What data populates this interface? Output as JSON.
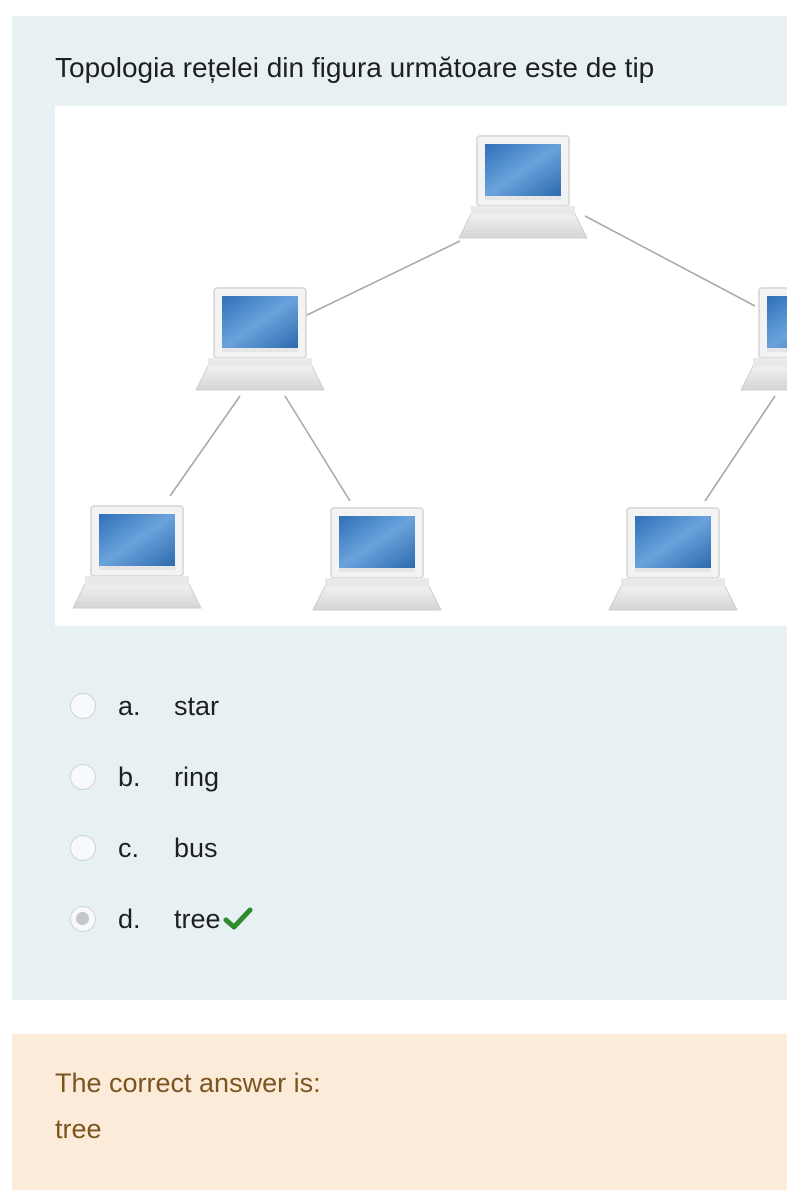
{
  "question": {
    "text": "Topologia rețelei din figura următoare este de tip"
  },
  "figure": {
    "nodes": [
      {
        "id": "root",
        "icon": "computer-icon"
      },
      {
        "id": "left-mid",
        "icon": "computer-icon"
      },
      {
        "id": "right-mid",
        "icon": "computer-icon"
      },
      {
        "id": "left-leaf-1",
        "icon": "computer-icon"
      },
      {
        "id": "left-leaf-2",
        "icon": "computer-icon"
      },
      {
        "id": "right-leaf-1",
        "icon": "computer-icon"
      }
    ],
    "edges": [
      [
        "root",
        "left-mid"
      ],
      [
        "root",
        "right-mid"
      ],
      [
        "left-mid",
        "left-leaf-1"
      ],
      [
        "left-mid",
        "left-leaf-2"
      ],
      [
        "right-mid",
        "right-leaf-1"
      ]
    ]
  },
  "answers": [
    {
      "letter": "a.",
      "text": "star",
      "selected": false
    },
    {
      "letter": "b.",
      "text": "ring",
      "selected": false
    },
    {
      "letter": "c.",
      "text": "bus",
      "selected": false
    },
    {
      "letter": "d.",
      "text": "tree",
      "selected": true,
      "correct": true
    }
  ],
  "feedback": {
    "title": "The correct answer is:",
    "answer": "tree"
  },
  "colors": {
    "question_bg": "#e7f1f4",
    "feedback_bg": "#fcebd9",
    "feedback_text": "#7a5520",
    "check": "#2e8b2e",
    "screen_blue": "#3f7fc4"
  }
}
